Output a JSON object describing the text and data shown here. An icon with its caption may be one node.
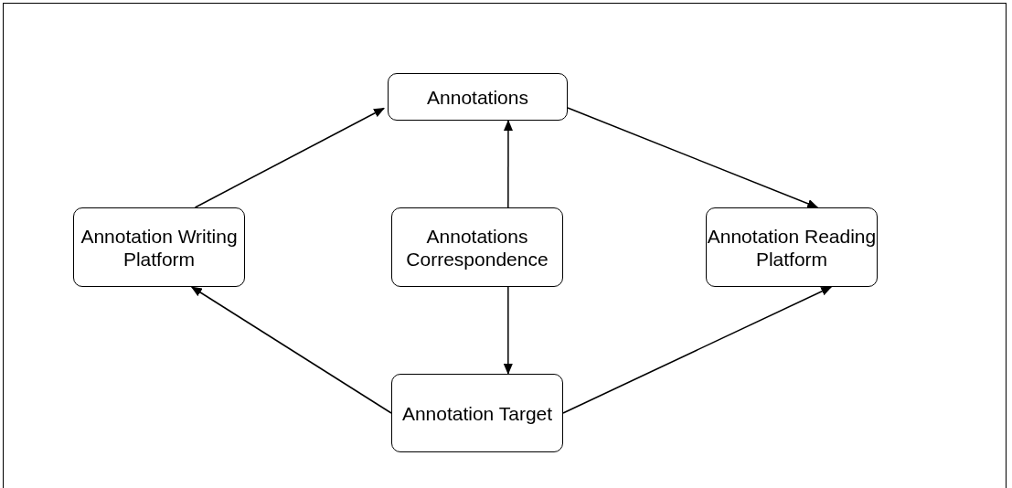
{
  "diagram": {
    "nodes": [
      {
        "text": [
          "Annotations"
        ]
      },
      {
        "text": [
          "Annotation Writing Platform"
        ]
      },
      {
        "text": [
          "Annotations Correspondence"
        ]
      },
      {
        "text": [
          "Annotation Reading Platform"
        ]
      },
      {
        "text": [
          "Annotation Target"
        ]
      }
    ],
    "edges": [
      {
        "from": 1,
        "to": 0,
        "arrow": "to"
      },
      {
        "from": 0,
        "to": 3,
        "arrow": "to"
      },
      {
        "from": 2,
        "to": 0,
        "arrow": "to"
      },
      {
        "from": 2,
        "to": 4,
        "arrow": "to"
      },
      {
        "from": 4,
        "to": 1,
        "arrow": "to"
      },
      {
        "from": 4,
        "to": 3,
        "arrow": "to"
      }
    ]
  }
}
